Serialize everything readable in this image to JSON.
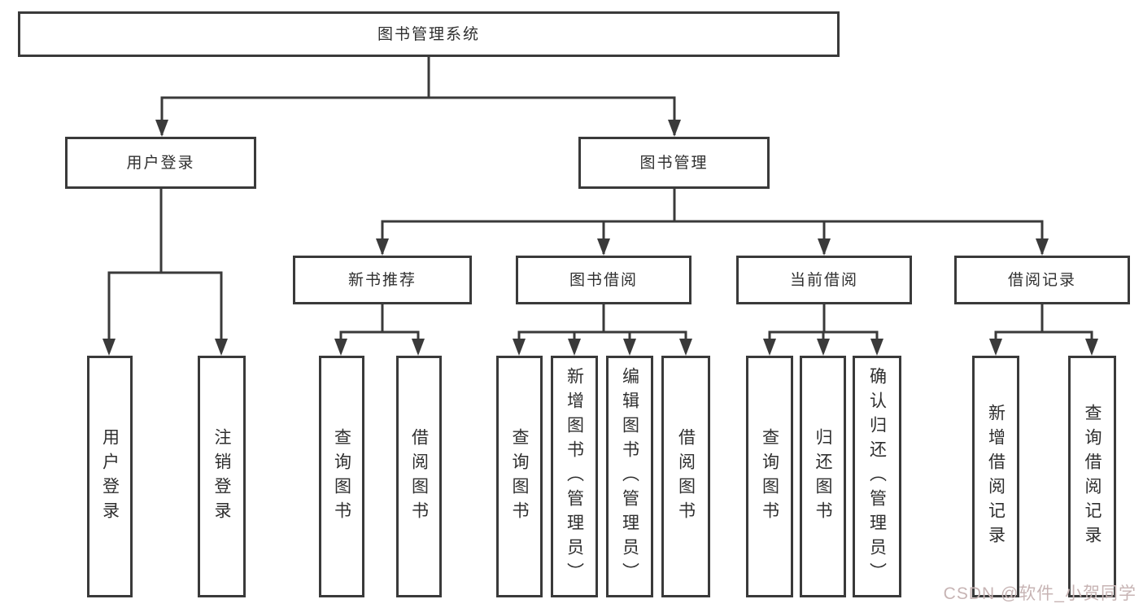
{
  "root": {
    "label": "图书管理系统"
  },
  "branches": {
    "user": {
      "label": "用户登录",
      "children": {
        "login": "用户登录",
        "logout": "注销登录"
      }
    },
    "book": {
      "label": "图书管理",
      "children": {
        "recommend": {
          "label": "新书推荐",
          "children": {
            "query": "查询图书",
            "borrow": "借阅图书"
          }
        },
        "borrow": {
          "label": "图书借阅",
          "children": {
            "query": "查询图书",
            "add": "新增图书（管理员）",
            "edit": "编辑图书（管理员）",
            "borrow": "借阅图书"
          }
        },
        "current": {
          "label": "当前借阅",
          "children": {
            "query": "查询图书",
            "return": "归还图书",
            "confirm": "确认归还（管理员）"
          }
        },
        "records": {
          "label": "借阅记录",
          "children": {
            "add": "新增借阅记录",
            "query": "查询借阅记录"
          }
        }
      }
    }
  },
  "watermark": {
    "text": "CSDN @软件_小贺同学"
  },
  "colors": {
    "line": "#3a3a3a",
    "border": "#3a3a3a",
    "text": "#2f2f2f",
    "background": "#ffffff",
    "watermark": "#c7b4b4"
  }
}
